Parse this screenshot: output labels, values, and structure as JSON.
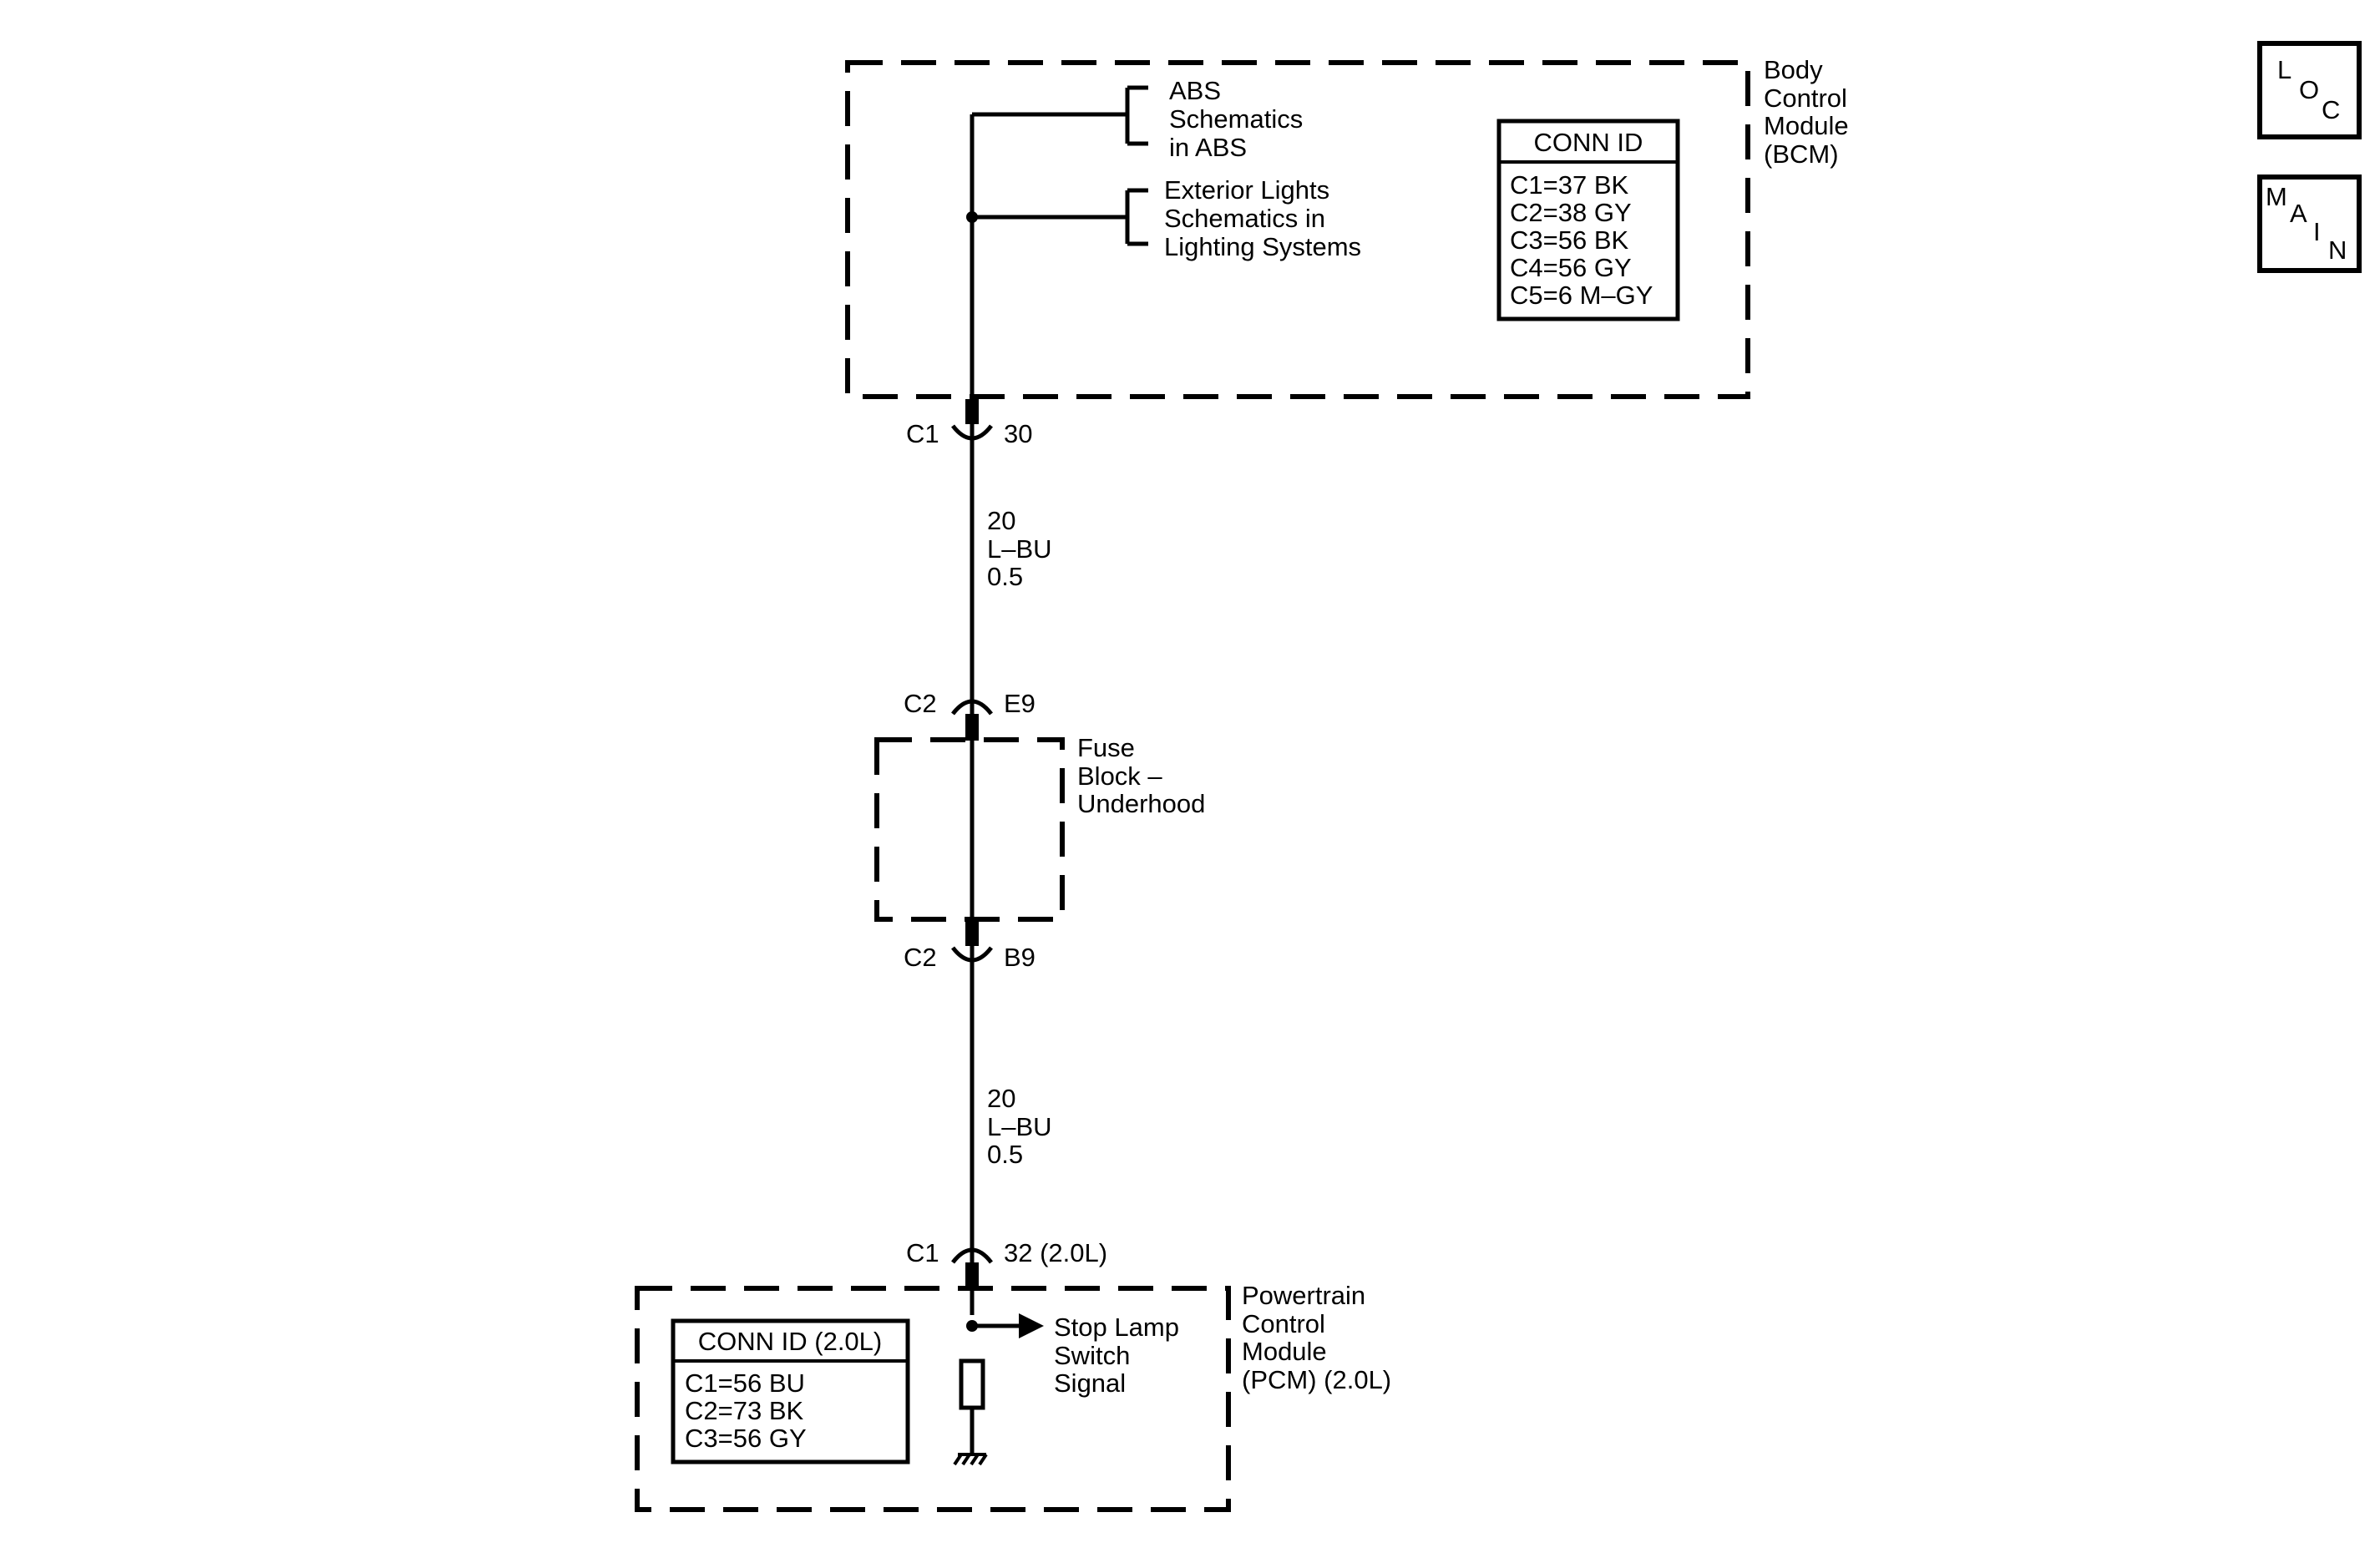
{
  "diagram": {
    "nav": {
      "loc": [
        "L",
        "O",
        "C"
      ],
      "main": [
        "M",
        "A",
        "I",
        "N"
      ]
    },
    "bcm": {
      "label": [
        "Body",
        "Control",
        "Module",
        "(BCM)"
      ],
      "conn_id": {
        "title": "CONN ID",
        "rows": [
          "C1=37 BK",
          "C2=38 GY",
          "C3=56 BK",
          "C4=56 GY",
          "C5=6 M–GY"
        ]
      },
      "ref_abs": [
        "ABS",
        "Schematics",
        "in ABS"
      ],
      "ref_lights": [
        "Exterior Lights",
        "Schematics in",
        "Lighting Systems"
      ],
      "connector": {
        "id": "C1",
        "pin": "30"
      }
    },
    "wire_upper": [
      "20",
      "L–BU",
      "0.5"
    ],
    "fuse_block": {
      "label": [
        "Fuse",
        "Block –",
        "Underhood"
      ],
      "conn_top": {
        "id": "C2",
        "pin": "E9"
      },
      "conn_bottom": {
        "id": "C2",
        "pin": "B9"
      }
    },
    "wire_lower": [
      "20",
      "L–BU",
      "0.5"
    ],
    "pcm": {
      "label": [
        "Powertrain",
        "Control",
        "Module",
        "(PCM) (2.0L)"
      ],
      "connector": {
        "id": "C1",
        "pin": "32 (2.0L)"
      },
      "signal": [
        "Stop Lamp",
        "Switch",
        "Signal"
      ],
      "conn_id": {
        "title": "CONN ID (2.0L)",
        "rows": [
          "C1=56 BU",
          "C2=73 BK",
          "C3=56 GY"
        ]
      }
    }
  }
}
